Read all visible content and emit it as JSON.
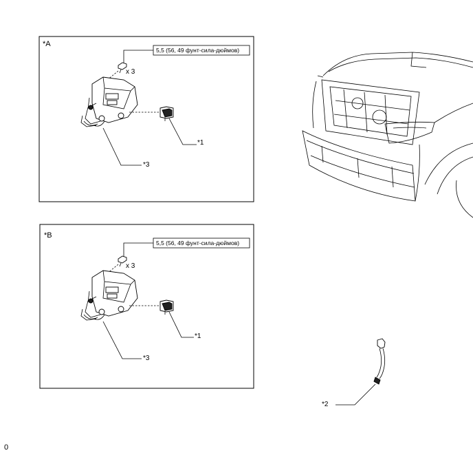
{
  "panels": [
    {
      "frame_label": "*A",
      "torque_label": "5,5 (56, 49 фунт-сила-дюймов)",
      "qty_label": "x 3",
      "callout_1": "*1",
      "callout_3": "*3"
    },
    {
      "frame_label": "*B",
      "torque_label": "5,5 (56, 49 фунт-сила-дюймов)",
      "qty_label": "x 3",
      "callout_1": "*1",
      "callout_3": "*3"
    }
  ],
  "washer_callout": "*2",
  "corner_text": "0"
}
